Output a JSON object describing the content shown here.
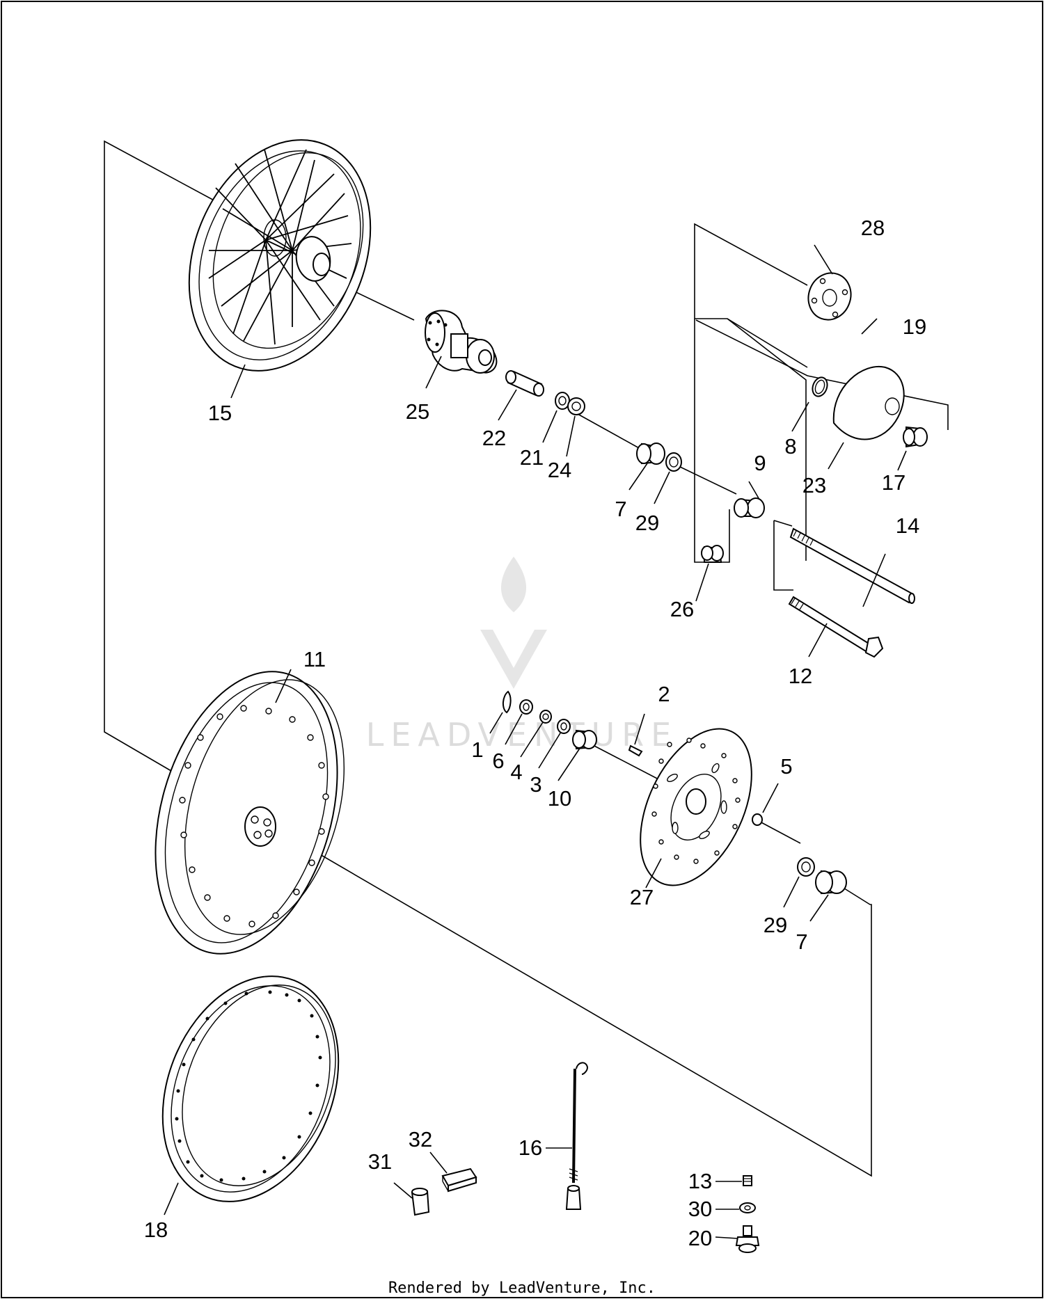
{
  "labels": {
    "p1": "1",
    "p2": "2",
    "p3": "3",
    "p4": "4",
    "p5": "5",
    "p6": "6",
    "p7a": "7",
    "p7b": "7",
    "p8": "8",
    "p9": "9",
    "p10": "10",
    "p11": "11",
    "p12": "12",
    "p13": "13",
    "p14": "14",
    "p15": "15",
    "p16": "16",
    "p17": "17",
    "p18": "18",
    "p19": "19",
    "p20": "20",
    "p21": "21",
    "p22": "22",
    "p23": "23",
    "p24": "24",
    "p25": "25",
    "p26": "26",
    "p27": "27",
    "p28": "28",
    "p29a": "29",
    "p29b": "29",
    "p30": "30",
    "p31": "31",
    "p32": "32"
  },
  "footer": "Rendered by LeadVenture, Inc.",
  "watermark": "LEADVENTURE",
  "colors": {
    "line": "#000000",
    "background": "#ffffff",
    "watermark": "#d9d9d9"
  }
}
